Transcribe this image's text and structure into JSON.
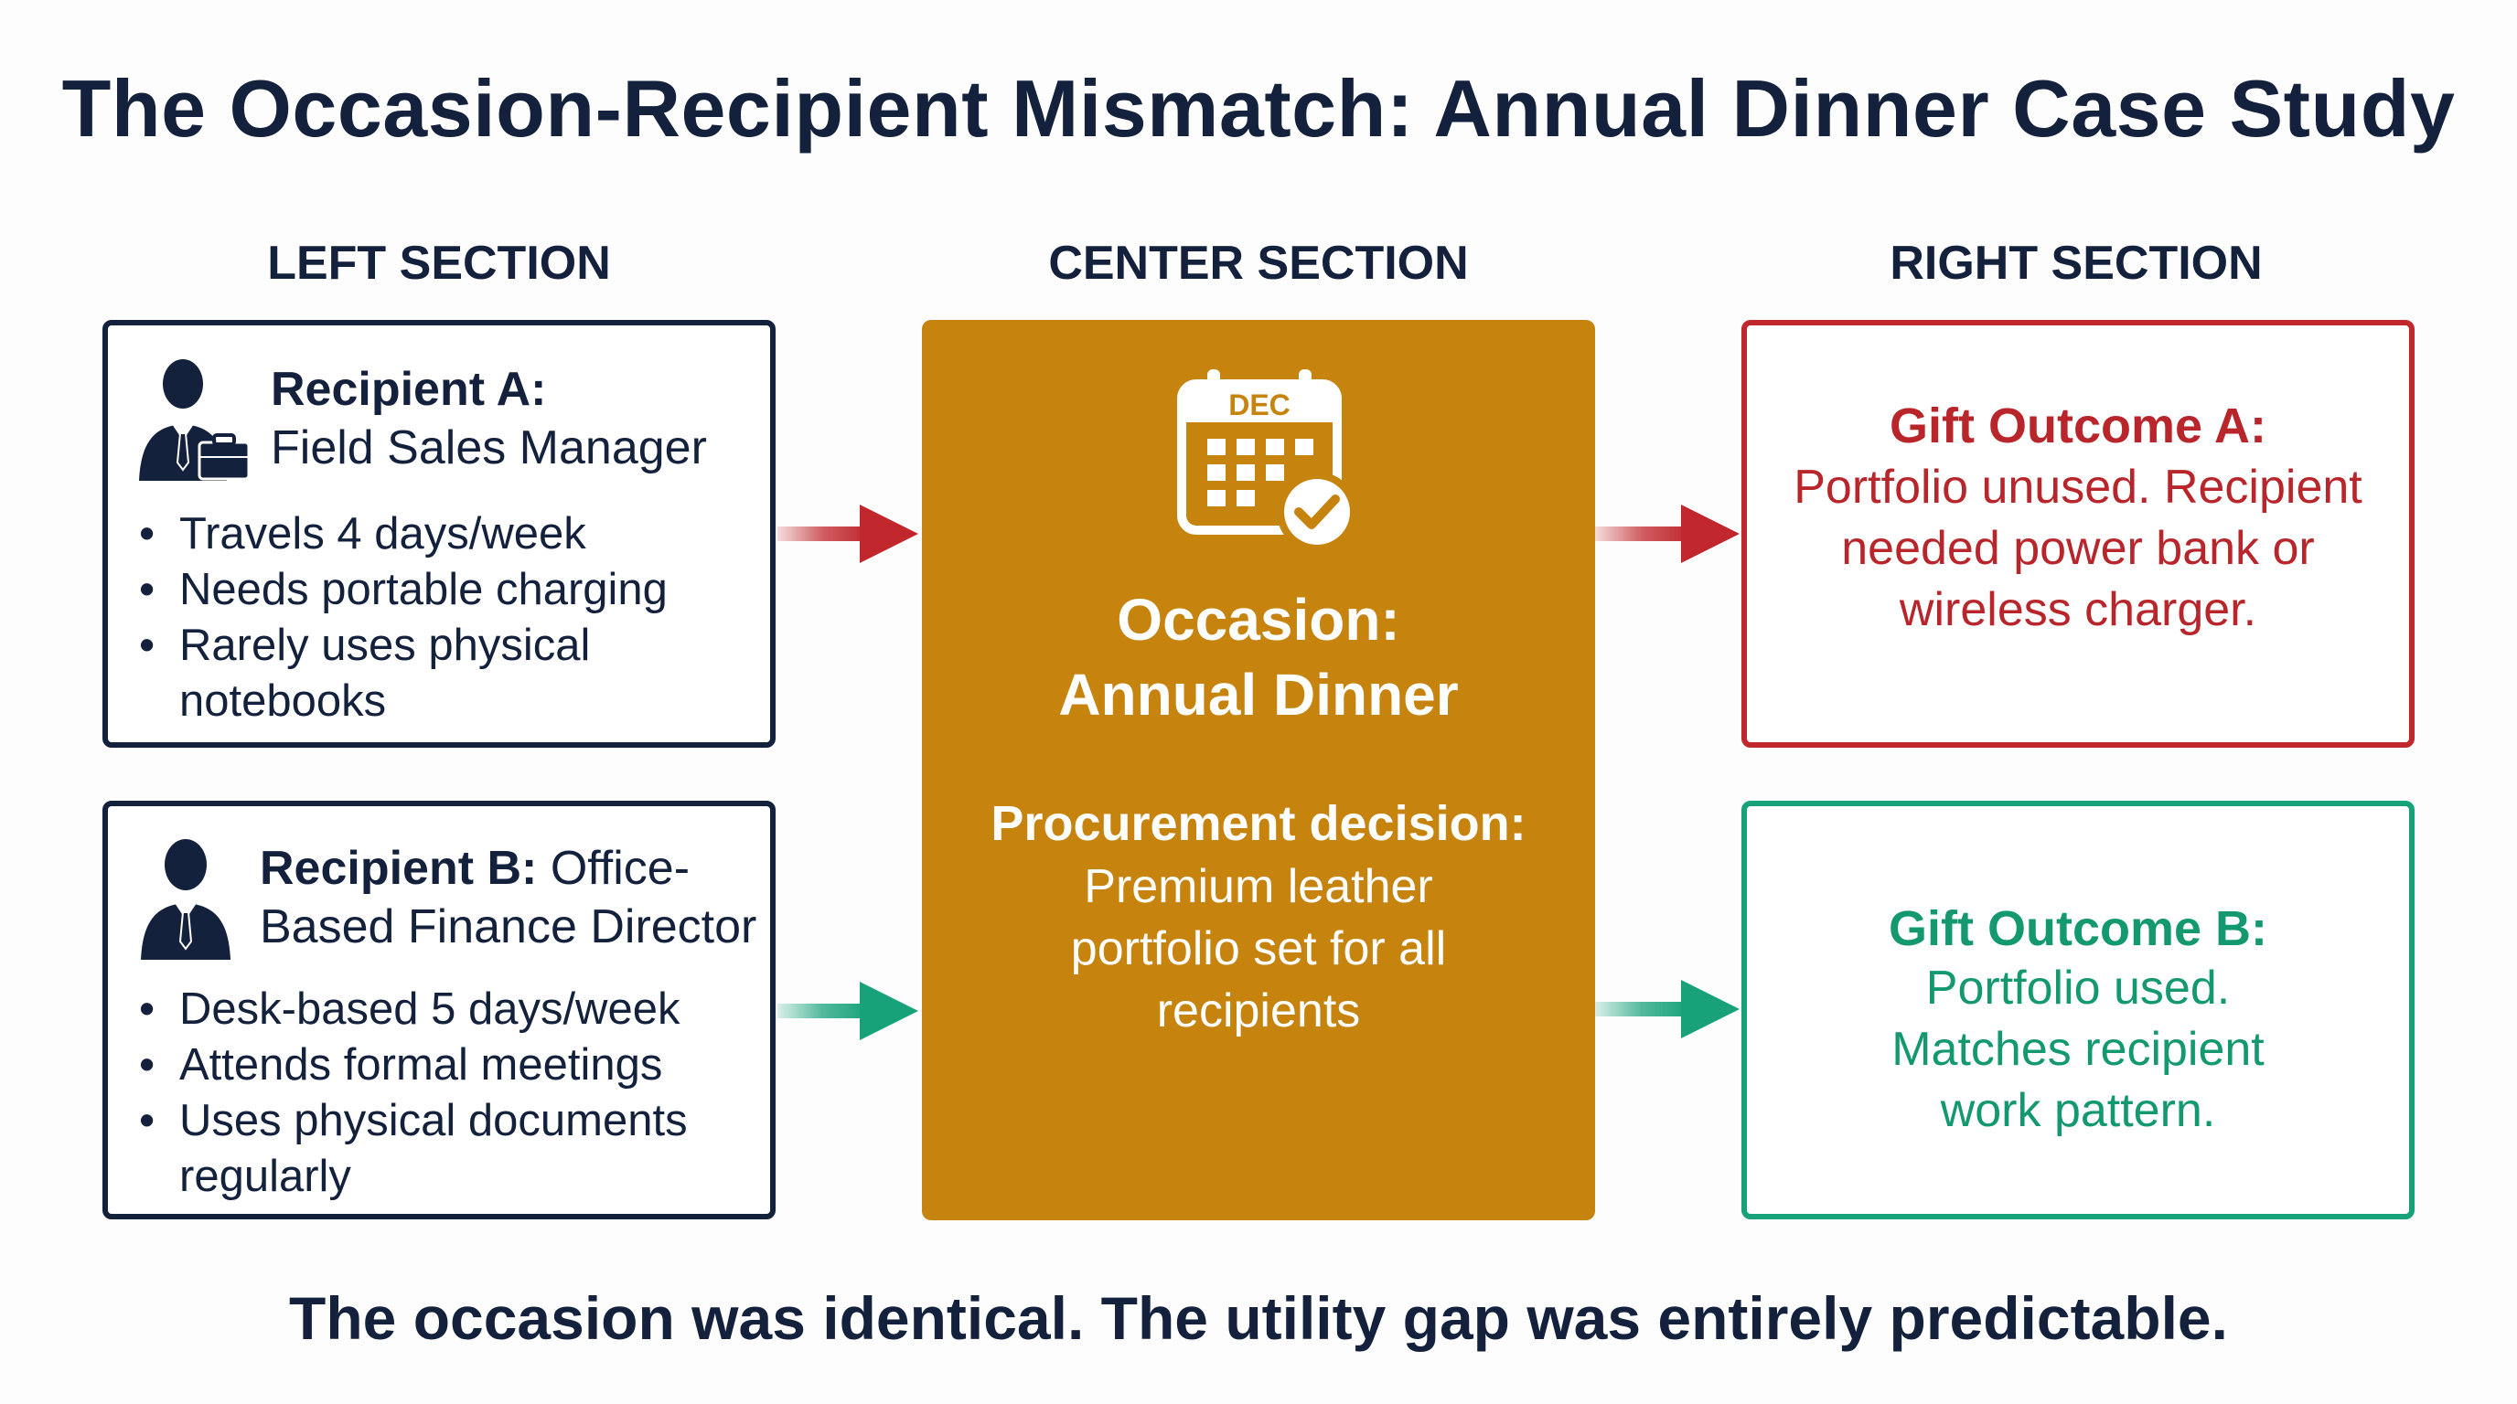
{
  "title": "The Occasion-Recipient Mismatch: Annual Dinner Case Study",
  "sections": {
    "left": "LEFT SECTION",
    "center": "CENTER SECTION",
    "right": "RIGHT SECTION"
  },
  "recipient_a": {
    "label": "Recipient A:",
    "role": "Field Sales Manager",
    "bullets": [
      "Travels 4 days/week",
      "Needs portable charging",
      "Rarely uses physical notebooks"
    ]
  },
  "recipient_b": {
    "label": "Recipient B:",
    "role": "Office-Based Finance Director",
    "bullets": [
      "Desk-based 5 days/week",
      "Attends formal meetings",
      "Uses physical documents regularly"
    ]
  },
  "center": {
    "calendar_month": "DEC",
    "occasion_label": "Occasion:",
    "occasion_name": "Annual Dinner",
    "procurement_label": "Procurement decision:",
    "procurement_text": "Premium leather portfolio set for all recipients"
  },
  "outcome_a": {
    "title": "Gift Outcome A:",
    "body": "Portfolio unused. Recipient needed power bank or wireless charger."
  },
  "outcome_b": {
    "title": "Gift Outcome B:",
    "body": "Portfolio used. Matches recipient work pattern."
  },
  "footer": "The occasion was identical. The utility gap was entirely predictable.",
  "colors": {
    "navy": "#14213d",
    "center_fill": "#c6840f",
    "negative_red": "#c0282d",
    "positive_green": "#17a27a"
  },
  "icons": {
    "recipient_a": "businessman-with-briefcase-icon",
    "recipient_b": "businessman-icon",
    "center": "calendar-check-icon",
    "arrows": "arrow-right-icon"
  }
}
